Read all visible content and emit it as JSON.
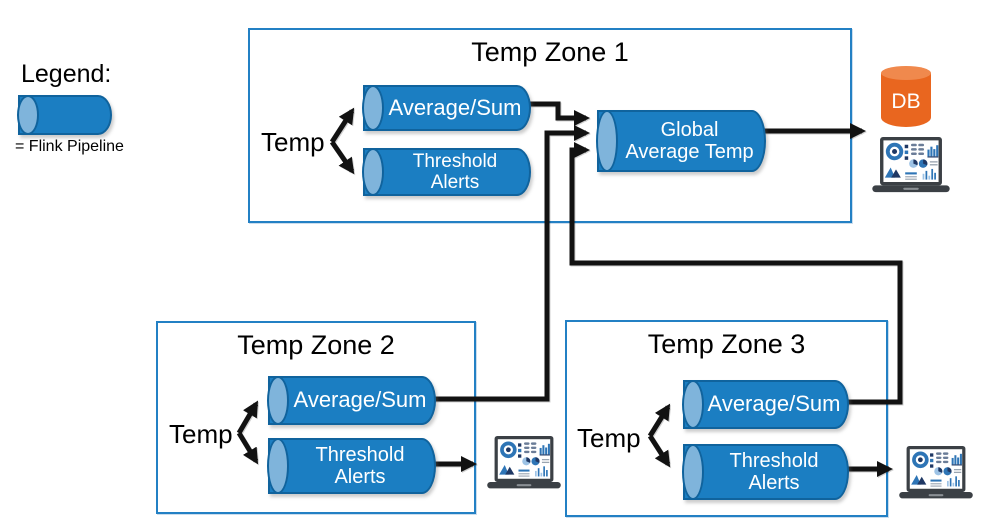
{
  "legend": {
    "title": "Legend:",
    "caption": "= Flink Pipeline"
  },
  "zones": [
    {
      "title": "Temp Zone 1",
      "input_label": "Temp",
      "pipelines": {
        "average": "Average/Sum",
        "threshold_line1": "Threshold",
        "threshold_line2": "Alerts"
      },
      "global_pipeline": {
        "line1": "Global",
        "line2": "Average Temp"
      }
    },
    {
      "title": "Temp Zone 2",
      "input_label": "Temp",
      "pipelines": {
        "average": "Average/Sum",
        "threshold_line1": "Threshold",
        "threshold_line2": "Alerts"
      }
    },
    {
      "title": "Temp Zone 3",
      "input_label": "Temp",
      "pipelines": {
        "average": "Average/Sum",
        "threshold_line1": "Threshold",
        "threshold_line2": "Alerts"
      }
    }
  ],
  "outputs": {
    "db_label": "DB"
  },
  "colors": {
    "pipeline_body": "#1B7EC2",
    "pipeline_cap": "#7FB4DB",
    "pipeline_border": "#10639D",
    "zone_border": "#2380C4",
    "db_body": "#E9661F",
    "db_top": "#F0894D",
    "connector": "#121212"
  }
}
